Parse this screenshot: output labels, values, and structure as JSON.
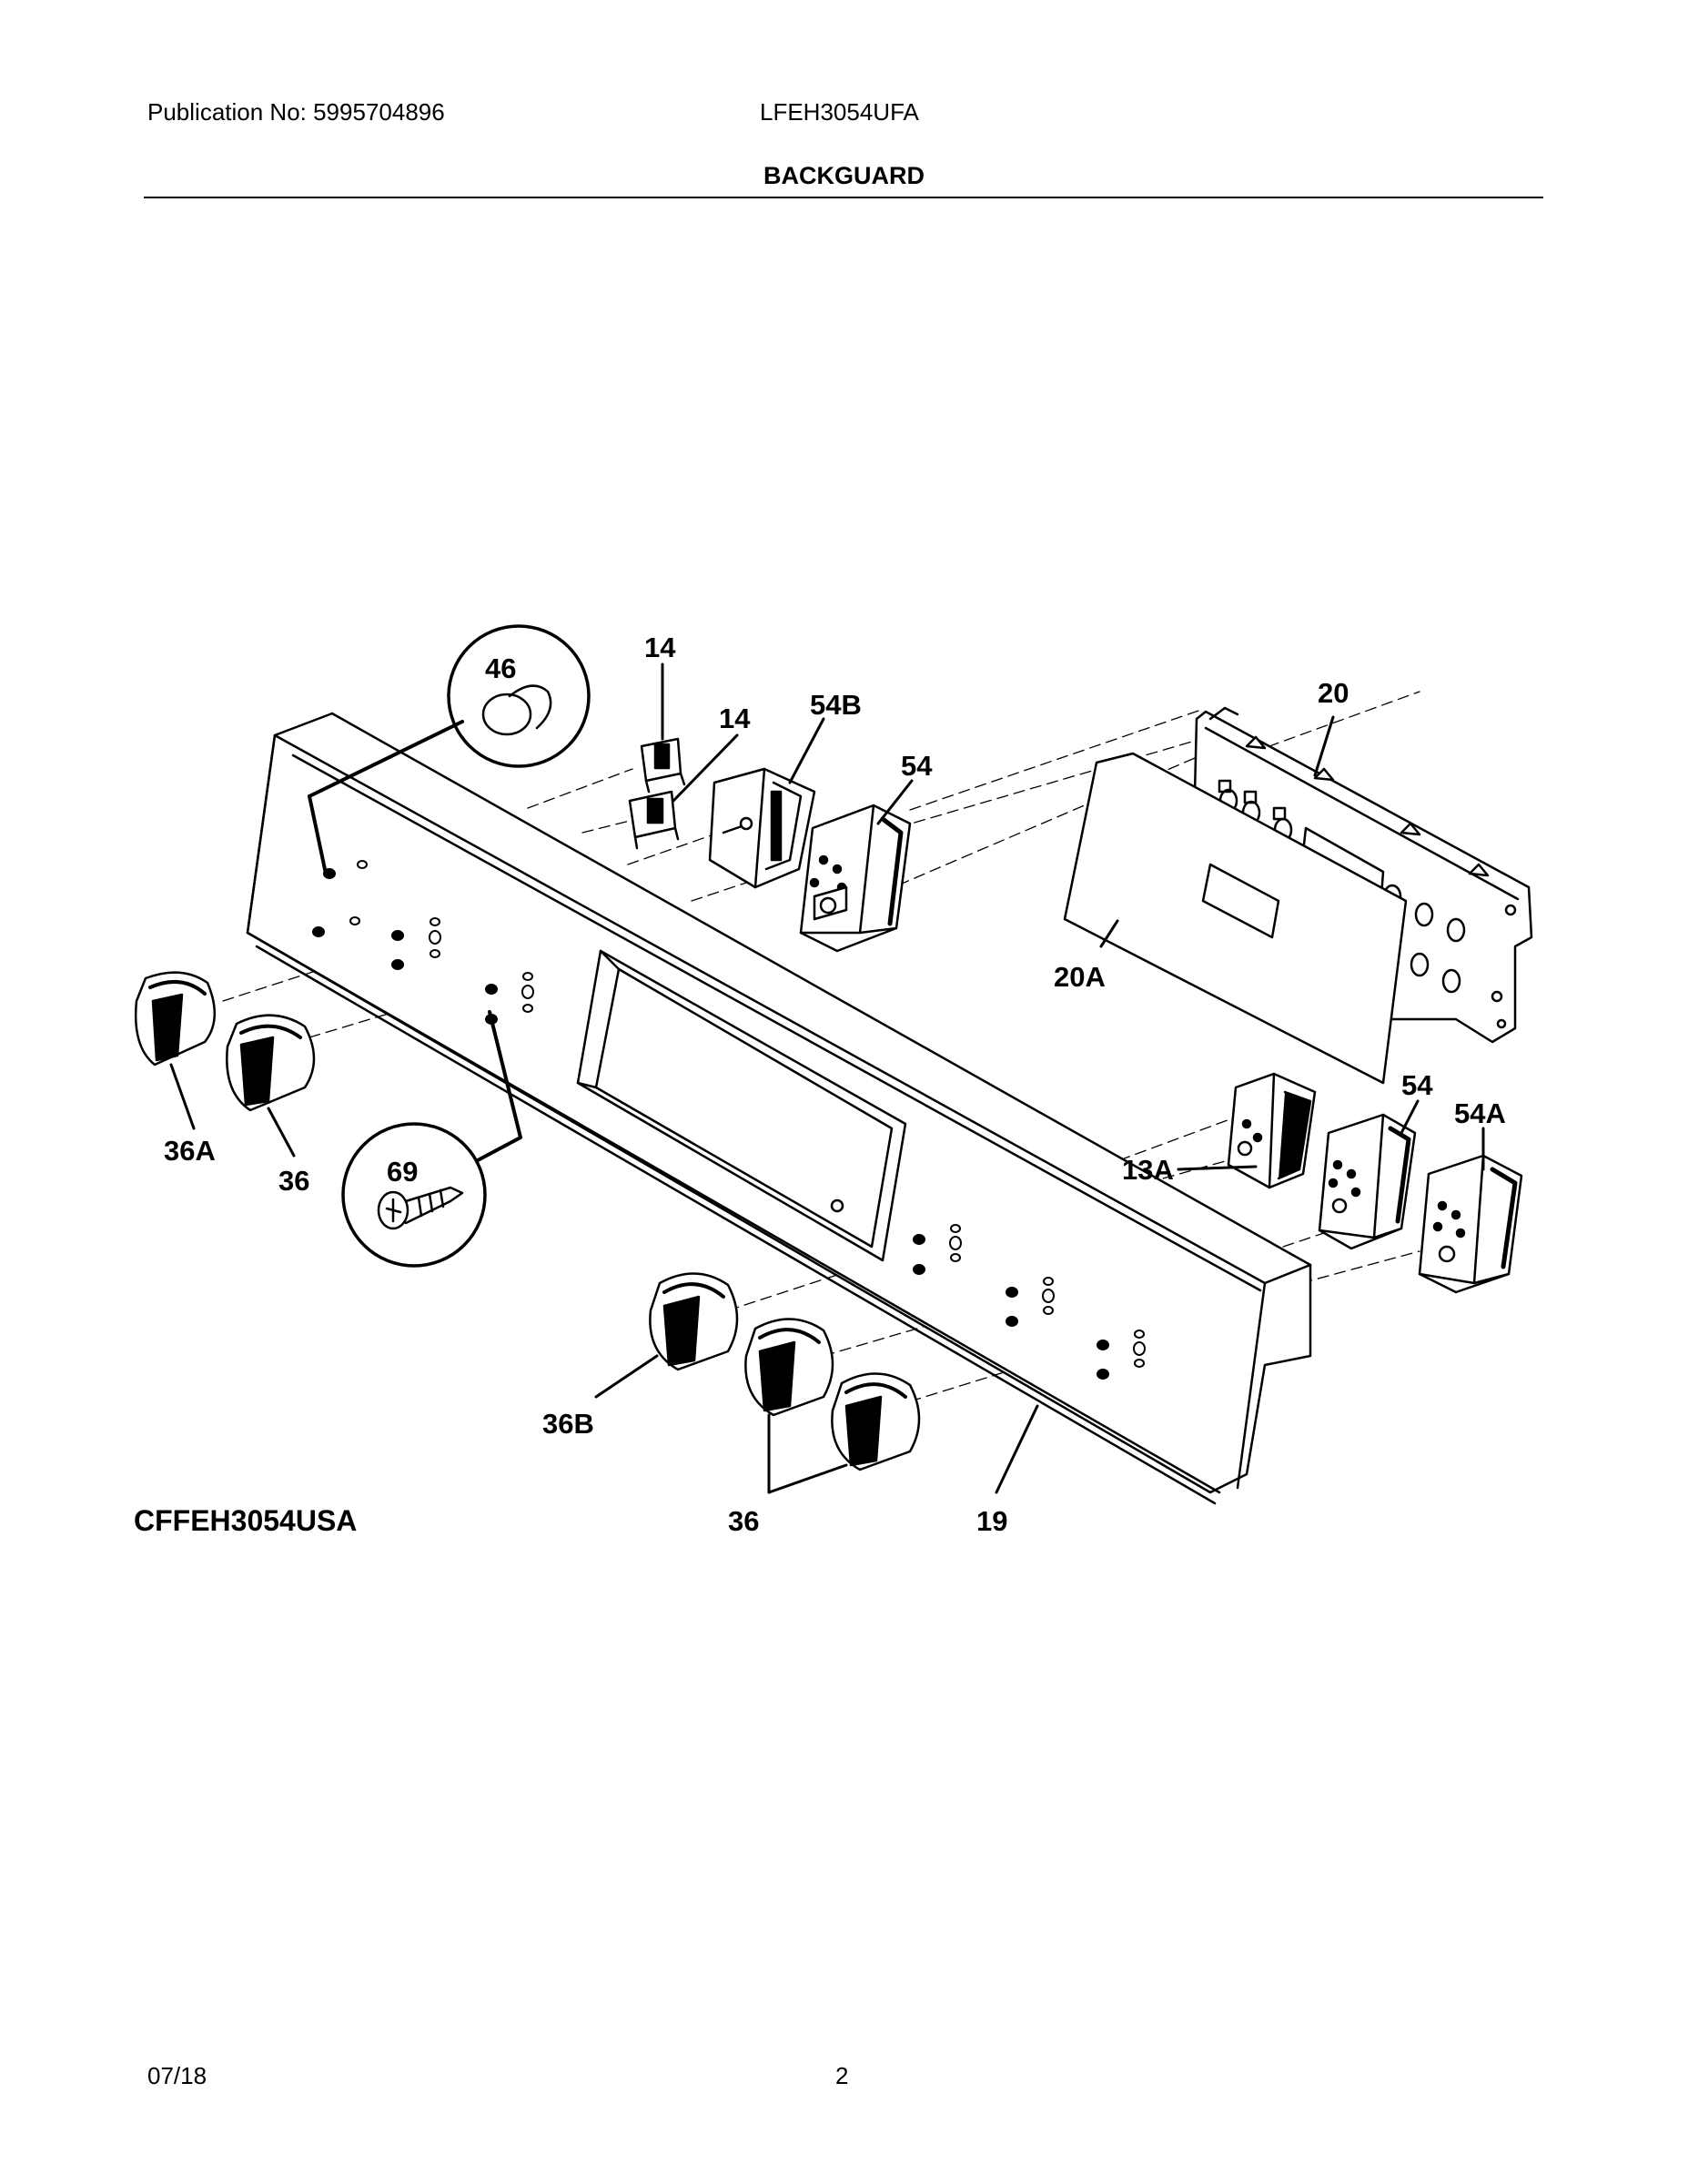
{
  "header": {
    "publication": "Publication No: 5995704896",
    "model": "LFEH3054UFA",
    "section": "BACKGUARD"
  },
  "diagram": {
    "code": "CFFEH3054USA",
    "callouts": [
      "46",
      "14",
      "14",
      "54B",
      "54",
      "20",
      "20A",
      "13A",
      "54",
      "54A",
      "69",
      "36A",
      "36",
      "36B",
      "36",
      "19"
    ]
  },
  "footer": {
    "date": "07/18",
    "page": "2"
  }
}
